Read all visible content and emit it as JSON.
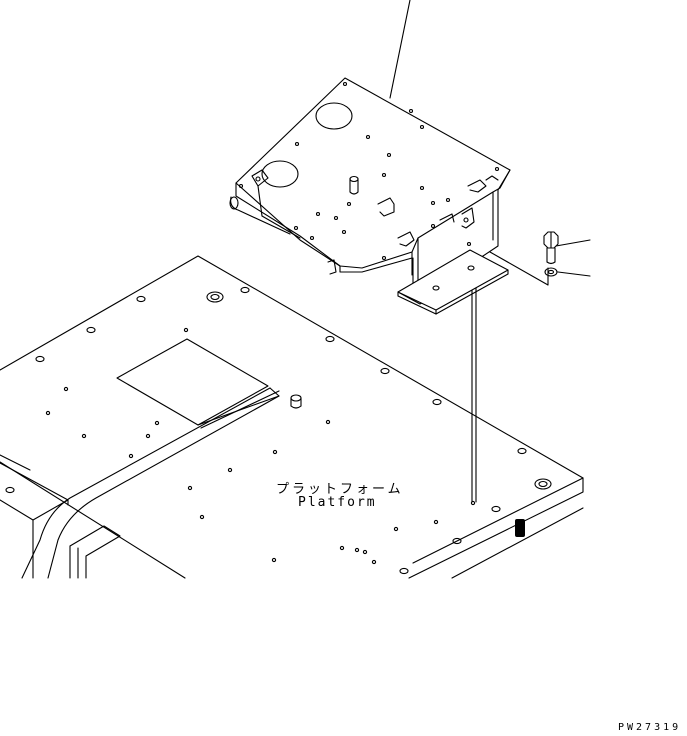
{
  "labels": {
    "platform_jp": "プラットフォーム",
    "platform_en": "Platform",
    "drawing_id": "PW27319"
  },
  "colors": {
    "line": "#000000",
    "background": "#ffffff"
  }
}
